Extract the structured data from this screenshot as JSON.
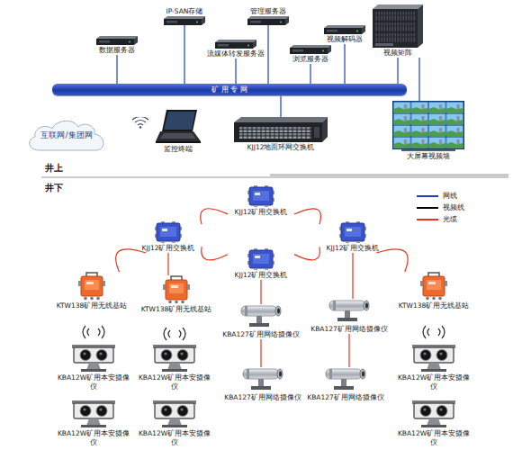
{
  "diagram": {
    "nodes": [
      {
        "text": [
          "IP-SAN存储"
        ]
      },
      {
        "text": [
          "管理服务器"
        ]
      },
      {
        "text": [
          "视频解码器"
        ]
      },
      {
        "text": [
          "视频矩阵"
        ]
      },
      {
        "text": [
          "数据服务器"
        ]
      },
      {
        "text": [
          "流媒体转发服务器"
        ]
      },
      {
        "text": [
          "浏览服务器"
        ]
      },
      {
        "text": [
          "矿 用 专 网"
        ]
      },
      {
        "text": [
          "大屏幕视频墙"
        ]
      },
      {
        "text": [
          "互联网/集团网"
        ]
      },
      {
        "text": [
          "监控终端"
        ]
      },
      {
        "text": [
          "KJJ12地面环网交换机"
        ]
      },
      {
        "text": [
          "KJJ12矿用交换机"
        ]
      },
      {
        "text": [
          "KJJ12矿用交换机"
        ]
      },
      {
        "text": [
          "KJJ12矿用交换机"
        ]
      },
      {
        "text": [
          "KJJ12矿用交换机"
        ]
      },
      {
        "text": [
          "KTW138矿用无线基站"
        ]
      },
      {
        "text": [
          "KTW138矿用无线基站"
        ]
      },
      {
        "text": [
          "KTW138矿用无线基站"
        ]
      },
      {
        "text": [
          "KBA127矿用网络摄像仪"
        ]
      },
      {
        "text": [
          "KBA127矿用网络摄像仪"
        ]
      },
      {
        "text": [
          "KBA12W矿用本安摄像仪"
        ]
      },
      {
        "text": [
          "KBA12W矿用本安摄像仪"
        ]
      },
      {
        "text": [
          "KBA12W矿用本安摄像仪"
        ]
      },
      {
        "text": [
          "KBA127矿用网络摄像仪"
        ]
      },
      {
        "text": [
          "KBA127矿用网络摄像仪"
        ]
      },
      {
        "text": [
          "KBA12W矿用本安摄像仪"
        ]
      },
      {
        "text": [
          "KBA12W矿用本安摄像仪"
        ]
      },
      {
        "text": [
          "KBA12W矿用本安摄像仪"
        ]
      }
    ],
    "edges": [
      {
        "from": 4,
        "to": 7,
        "arrow": "none"
      },
      {
        "from": 0,
        "to": 7,
        "arrow": "none"
      },
      {
        "from": 5,
        "to": 7,
        "arrow": "none"
      },
      {
        "from": 1,
        "to": 7,
        "arrow": "none"
      },
      {
        "from": 6,
        "to": 7,
        "arrow": "none"
      },
      {
        "from": 2,
        "to": 7,
        "arrow": "none"
      },
      {
        "from": 3,
        "to": 7,
        "arrow": "none"
      },
      {
        "from": 3,
        "to": 8,
        "arrow": "none"
      },
      {
        "from": 11,
        "to": 7,
        "arrow": "none"
      },
      {
        "from": 12,
        "to": 13,
        "arrow": "none"
      },
      {
        "from": 13,
        "to": 15,
        "arrow": "none"
      },
      {
        "from": 15,
        "to": 14,
        "arrow": "none"
      },
      {
        "from": 14,
        "to": 12,
        "arrow": "none"
      },
      {
        "from": 13,
        "to": 16,
        "arrow": "none"
      },
      {
        "from": 13,
        "to": 17,
        "arrow": "none"
      },
      {
        "from": 14,
        "to": 18,
        "arrow": "none"
      },
      {
        "from": 15,
        "to": 19,
        "arrow": "none"
      },
      {
        "from": 14,
        "to": 20,
        "arrow": "none"
      },
      {
        "from": 19,
        "to": 24,
        "arrow": "none"
      },
      {
        "from": 20,
        "to": 25,
        "arrow": "none"
      }
    ],
    "labels": [
      "井上",
      "井下"
    ],
    "legend": [
      {
        "text": "网线",
        "color": "#1f3fbf"
      },
      {
        "text": "视频线",
        "color": "#000000"
      },
      {
        "text": "光缆",
        "color": "#e53322"
      }
    ]
  }
}
